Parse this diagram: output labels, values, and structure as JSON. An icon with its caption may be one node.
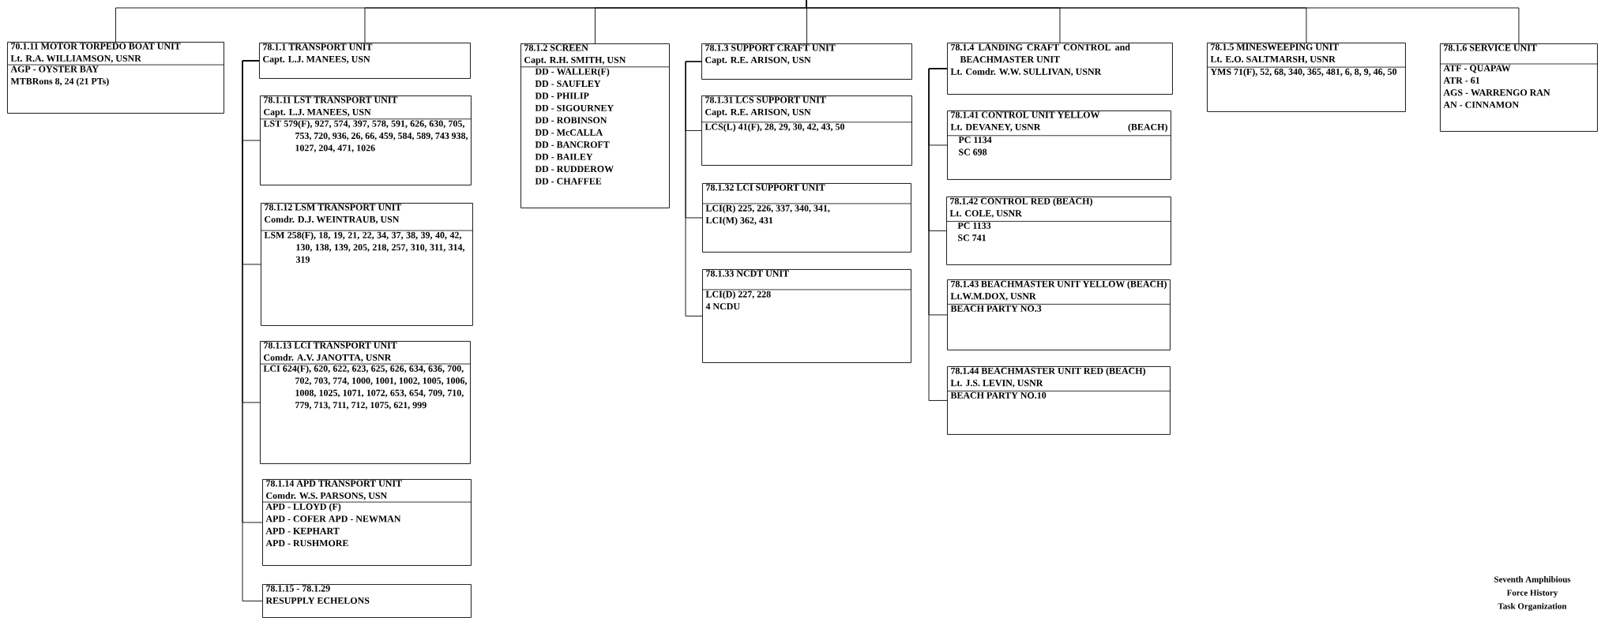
{
  "diagram": {
    "nodes": [
      {
        "text": [
          "70.1.11 MOTOR TORPEDO BOAT UNIT",
          "Lt. R.A. WILLIAMSON, USNR",
          "AGP - OYSTER BAY",
          "MTBRons 8, 24 (21 PTs)"
        ]
      },
      {
        "text": [
          "78.1.1 TRANSPORT UNIT",
          "Capt. L.J. MANEES, USN"
        ]
      },
      {
        "text": [
          "78.1.11 LST TRANSPORT UNIT",
          "Capt. L.J. MANEES, USN",
          "LST 579(F), 927, 574, 397, 578, 591, 626, 630, 705, 753, 720, 936, 26, 66, 459, 584, 589, 743 938, 1027, 204, 471, 1026"
        ]
      },
      {
        "text": [
          "78.1.12 LSM TRANSPORT UNIT",
          "Comdr. D.J. WEINTRAUB, USN",
          "LSM 258(F), 18, 19, 21, 22, 34, 37, 38, 39, 40, 42, 130, 138, 139, 205, 218, 257, 310, 311, 314, 319"
        ]
      },
      {
        "text": [
          "78.1.13 LCI TRANSPORT UNIT",
          "Comdr. A.V. JANOTTA, USNR",
          "LCI 624(F), 620, 622, 623, 625, 626, 634, 636, 700, 702, 703, 774, 1000, 1001, 1002, 1005, 1006, 1008, 1025, 1071, 1072, 653, 654, 709, 710, 779, 713, 711, 712, 1075, 621, 999"
        ]
      },
      {
        "text": [
          "78.1.14 APD TRANSPORT UNIT",
          "Comdr. W.S. PARSONS, USN",
          "APD - LLOYD (F)",
          "APD - COFER APD - NEWMAN",
          "APD - KEPHART",
          "APD - RUSHMORE"
        ]
      },
      {
        "text": [
          "78.1.15 - 78.1.29",
          "RESUPPLY ECHELONS"
        ]
      },
      {
        "text": [
          "78.1.2 SCREEN",
          "Capt. R.H. SMITH, USN",
          "DD - WALLER(F)",
          "DD - SAUFLEY",
          "DD - PHILIP",
          "DD - SIGOURNEY",
          "DD - ROBINSON",
          "DD - McCALLA",
          "DD - BANCROFT",
          "DD - BAILEY",
          "DD - RUDDEROW",
          "DD - CHAFFEE"
        ]
      },
      {
        "text": [
          "78.1.3 SUPPORT CRAFT UNIT",
          "Capt. R.E. ARISON, USN"
        ]
      },
      {
        "text": [
          "78.1.31 LCS SUPPORT UNIT",
          "Capt. R.E. ARISON, USN",
          "LCS(L) 41(F), 28, 29, 30, 42, 43, 50"
        ]
      },
      {
        "text": [
          "78.1.32 LCI SUPPORT UNIT",
          "LCI(R) 225, 226, 337, 340, 341,",
          "LCI(M) 362, 431"
        ]
      },
      {
        "text": [
          "78.1.33 NCDT UNIT",
          "LCI(D) 227, 228",
          "4 NCDU"
        ]
      },
      {
        "text": [
          "78.1.4 LANDING CRAFT CONTROL and BEACHMASTER UNIT",
          "Lt. Comdr. W.W. SULLIVAN, USNR"
        ]
      },
      {
        "text": [
          "78.1.41 CONTROL UNIT YELLOW",
          "Lt. DEVANEY, USNR",
          "(BEACH)",
          "PC 1134",
          "SC 698"
        ]
      },
      {
        "text": [
          "78.1.42 CONTROL RED (BEACH)",
          "Lt. COLE, USNR",
          "PC 1133",
          "SC 741"
        ]
      },
      {
        "text": [
          "78.1.43 BEACHMASTER UNIT YELLOW (BEACH)",
          "Lt.W.M.DOX, USNR",
          "BEACH PARTY NO.3"
        ]
      },
      {
        "text": [
          "78.1.44 BEACHMASTER UNIT RED (BEACH)",
          "Lt. J.S. LEVIN, USNR",
          "BEACH PARTY NO.10"
        ]
      },
      {
        "text": [
          "78.1.5 MINESWEEPING UNIT",
          "Lt. E.O. SALTMARSH, USNR",
          "YMS 71(F), 52, 68, 340, 365, 481, 6, 8, 9, 46, 50"
        ]
      },
      {
        "text": [
          "78.1.6 SERVICE UNIT",
          "ATF - QUAPAW",
          "ATR - 61",
          "AGS - WARRENGO RAN",
          "AN - CINNAMON"
        ]
      }
    ],
    "edges": [
      {
        "from": null,
        "to": 0,
        "arrow": "none"
      },
      {
        "from": null,
        "to": 1,
        "arrow": "none"
      },
      {
        "from": null,
        "to": 7,
        "arrow": "none"
      },
      {
        "from": null,
        "to": 8,
        "arrow": "none"
      },
      {
        "from": null,
        "to": 12,
        "arrow": "none"
      },
      {
        "from": null,
        "to": 17,
        "arrow": "none"
      },
      {
        "from": null,
        "to": 18,
        "arrow": "none"
      },
      {
        "from": 1,
        "to": 2,
        "arrow": "none"
      },
      {
        "from": 1,
        "to": 3,
        "arrow": "none"
      },
      {
        "from": 1,
        "to": 4,
        "arrow": "none"
      },
      {
        "from": 1,
        "to": 5,
        "arrow": "none"
      },
      {
        "from": 1,
        "to": 6,
        "arrow": "none"
      },
      {
        "from": 8,
        "to": 9,
        "arrow": "none"
      },
      {
        "from": 8,
        "to": 10,
        "arrow": "none"
      },
      {
        "from": 8,
        "to": 11,
        "arrow": "none"
      },
      {
        "from": 12,
        "to": 13,
        "arrow": "none"
      },
      {
        "from": 12,
        "to": 14,
        "arrow": "none"
      },
      {
        "from": 12,
        "to": 15,
        "arrow": "none"
      },
      {
        "from": 12,
        "to": 16,
        "arrow": "none"
      }
    ],
    "labels": [
      "Seventh Amphibious",
      "Force History",
      "Task Organization"
    ]
  }
}
